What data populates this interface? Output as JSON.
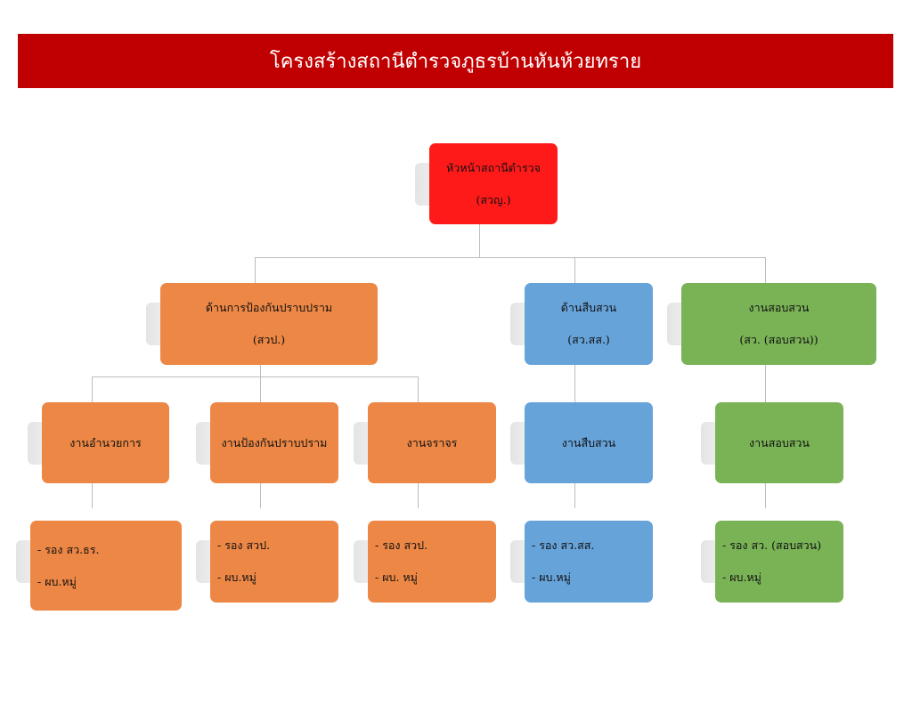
{
  "title": "โครงสร้างสถานีตำรวจภูธรบ้านหันห้วยทราย",
  "colors": {
    "title_bar": "#c00000",
    "head": "#ff1a1a",
    "prevention": "#ed8745",
    "investigation": "#66a3d9",
    "inquiry": "#7ab356"
  },
  "head": {
    "line1": "หัวหน้าสถานีตำรวจ",
    "line2": "(สวญ.)"
  },
  "level1": [
    {
      "line1": "ด้านการป้องกันปราบปราม",
      "line2": "(สวป.)"
    },
    {
      "line1": "ด้านสืบสวน",
      "line2": "(สว.สส.)"
    },
    {
      "line1": "งานสอบสวน",
      "line2": "(สว. (สอบสวน))"
    }
  ],
  "level2": [
    "งานอำนวยการ",
    "งานป้องกันปราบปราม",
    "งานจราจร",
    "งานสืบสวน",
    "งานสอบสวน"
  ],
  "level3": [
    {
      "line1": "- รอง สว.ธร.",
      "line2": "- ผบ.หมู่"
    },
    {
      "line1": "- รอง สวป.",
      "line2": "- ผบ.หมู่"
    },
    {
      "line1": "- รอง สวป.",
      "line2": "- ผบ. หมู่"
    },
    {
      "line1": "- รอง สว.สส.",
      "line2": "- ผบ.หมู่"
    },
    {
      "line1": "- รอง สว. (สอบสวน)",
      "line2": "- ผบ.หมู่"
    }
  ]
}
